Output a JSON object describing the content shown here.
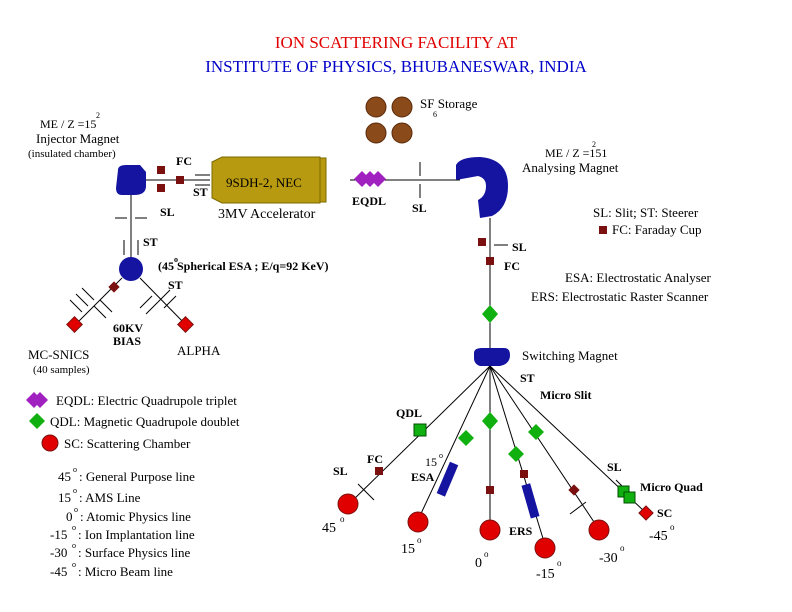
{
  "title": {
    "line1": "ION SCATTERING  FACILITY AT",
    "line2": "INSTITUTE OF PHYSICS, BHUBANESWAR, INDIA",
    "color1": "#e00000",
    "color2": "#0000c8"
  },
  "labels": {
    "sf6_storage": "SF Storage",
    "sf6_sub": "6",
    "injector_mez": "ME / Z =15",
    "injector_mez_sup": "2",
    "injector_magnet": "Injector Magnet",
    "insulated": "(insulated chamber)",
    "fc": "FC",
    "st": "ST",
    "sl": "SL",
    "accel_body": "9SDH-2, NEC",
    "accel_name": "3MV Accelerator",
    "eqdl": "EQDL",
    "analysing_mez": "ME / Z =151",
    "analysing_mez_sup": "2",
    "analysing_magnet": "Analysing Magnet",
    "esa_line": "(45 Spherical  ESA ; E/q=92 KeV)",
    "esa_line_deg": "o",
    "bias1": "60KV",
    "bias2": "BIAS",
    "mc_snics": "MC-SNICS",
    "samples": "(40 samples)",
    "alpha": "ALPHA",
    "switching_magnet": "Switching Magnet",
    "micro_slit": "Micro Slit",
    "qdl": "QDL",
    "esa": "ESA",
    "ers": "ERS",
    "micro_quad": "Micro Quad",
    "sc": "SC",
    "deg_15_top": "15",
    "deg_15_sup": "o"
  },
  "key": {
    "sl_st": "SL: Slit; ST: Steerer",
    "fc": "FC: Faraday Cup",
    "esa": "ESA: Electrostatic Analyser",
    "ers": "ERS: Electrostatic Raster Scanner"
  },
  "legend": {
    "eqdl": "EQDL: Electric Quadrupole triplet",
    "qdl": "QDL: Magnetic Quadrupole doublet",
    "sc": "SC: Scattering Chamber"
  },
  "lines": [
    {
      "angle": "45",
      "deg": "o",
      "desc": ": General Purpose line"
    },
    {
      "angle": "15",
      "deg": "o",
      "desc": ": AMS Line"
    },
    {
      "angle": "0",
      "deg": "o",
      "desc": ": Atomic Physics line"
    },
    {
      "angle": "-15",
      "deg": "o",
      "desc": ": Ion Implantation line"
    },
    {
      "angle": "-30",
      "deg": "o",
      "desc": ": Surface Physics line"
    },
    {
      "angle": "-45",
      "deg": "o",
      "desc": ": Micro Beam line"
    }
  ],
  "chamber_angles": [
    "45",
    "15",
    "0",
    "-15",
    "-30",
    "-45"
  ],
  "colors": {
    "magnet_blue": "#1414a0",
    "quad_green": "#10b010",
    "eqdl_purple": "#a020c0",
    "chamber_red": "#e00000",
    "cup_darkred": "#7a1010",
    "accel_gold": "#b89a10",
    "sf6_brown": "#8b4a1a"
  }
}
